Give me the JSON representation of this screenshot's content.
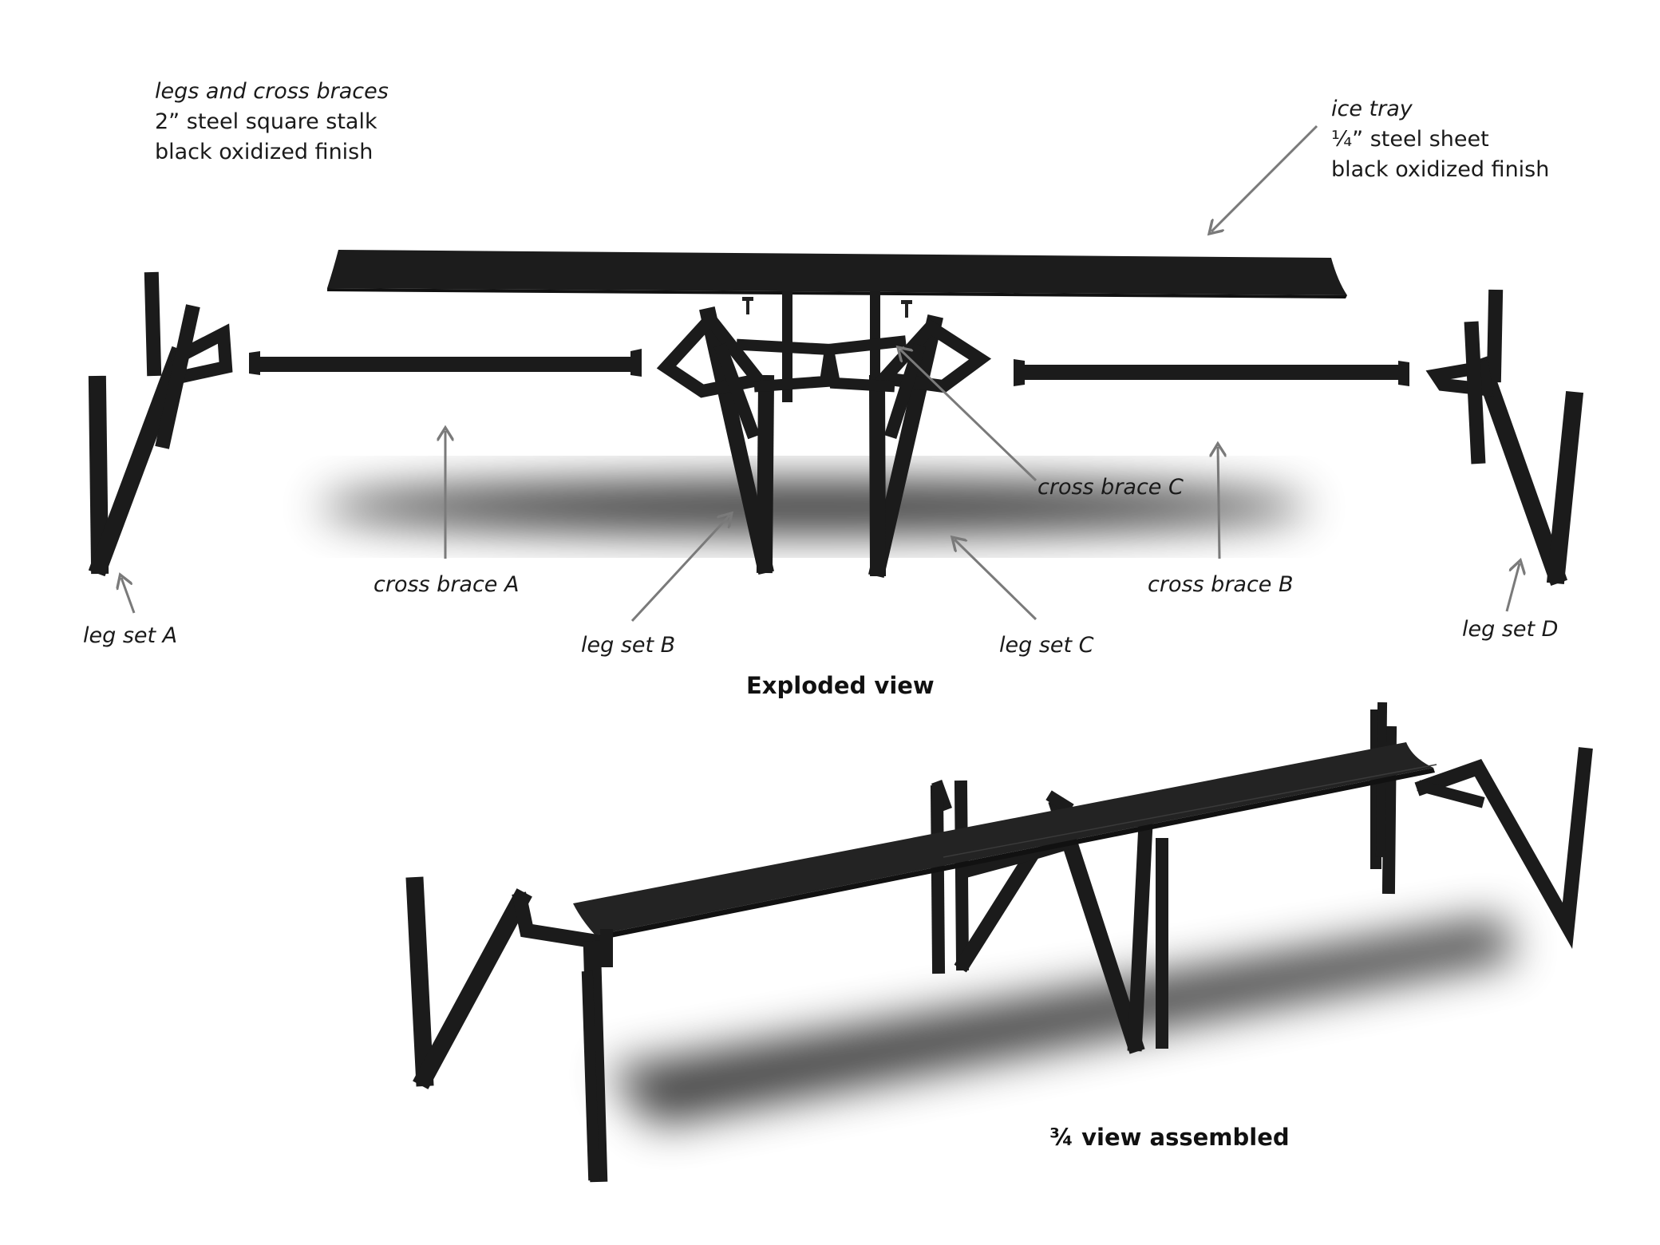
{
  "notes": {
    "legs": {
      "line1": "legs and cross braces",
      "line2": "2” steel square stalk",
      "line3": "black oxidized finish"
    },
    "tray": {
      "line1": "ice tray",
      "line2": "¼” steel sheet",
      "line3": "black oxidized finish"
    }
  },
  "callouts": {
    "leg_set_a": "leg set A",
    "cross_brace_a": "cross brace A",
    "leg_set_b": "leg set B",
    "leg_set_c": "leg set C",
    "cross_brace_c": "cross brace C",
    "cross_brace_b": "cross brace B",
    "leg_set_d": "leg set D"
  },
  "titles": {
    "exploded": "Exploded view",
    "assembled": "¾ view assembled"
  },
  "colors": {
    "steel": "#1b1b1b",
    "arrow": "#7a7a7a",
    "shadow": "#000000"
  }
}
